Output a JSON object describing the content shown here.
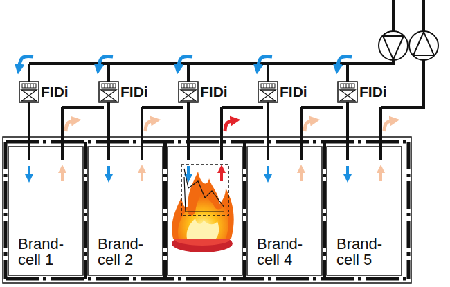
{
  "diagram": {
    "nodes": [
      {
        "text": [
          "Brand- cell 1"
        ]
      },
      {
        "text": [
          "Brand- cell 2"
        ]
      },
      {
        "text": [
          "Brand- cell 4"
        ]
      },
      {
        "text": [
          "Brand- cell 5"
        ]
      }
    ],
    "labels": [
      "FIDi",
      "FIDi",
      "FIDi",
      "FIDi",
      "FIDi"
    ]
  }
}
